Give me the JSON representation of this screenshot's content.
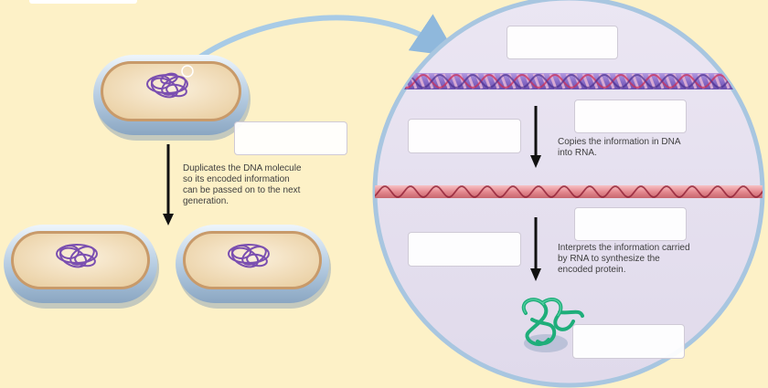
{
  "captions": {
    "replication": "Duplicates the DNA molecule\nso its encoded information\ncan be passed on to the next\ngeneration.",
    "transcription": "Copies the information in DNA\ninto RNA.",
    "translation": "Interprets the information carried\nby RNA to synthesize the\nencoded protein."
  },
  "labels": {
    "dna_term": "",
    "process_replication": "",
    "process_transcription": "",
    "rna_term": "",
    "process_translation": "",
    "protein_term": ""
  },
  "colors": {
    "background": "#fdf1c7",
    "zoom_circle": "#e6e0ef",
    "dna_strand": "#8a6ec8",
    "rna_strand": "#e58a90",
    "protein": "#1fae7a",
    "chromosome": "#7b4fb0",
    "arrow": "#111111",
    "connector": "#a8cbe6"
  }
}
